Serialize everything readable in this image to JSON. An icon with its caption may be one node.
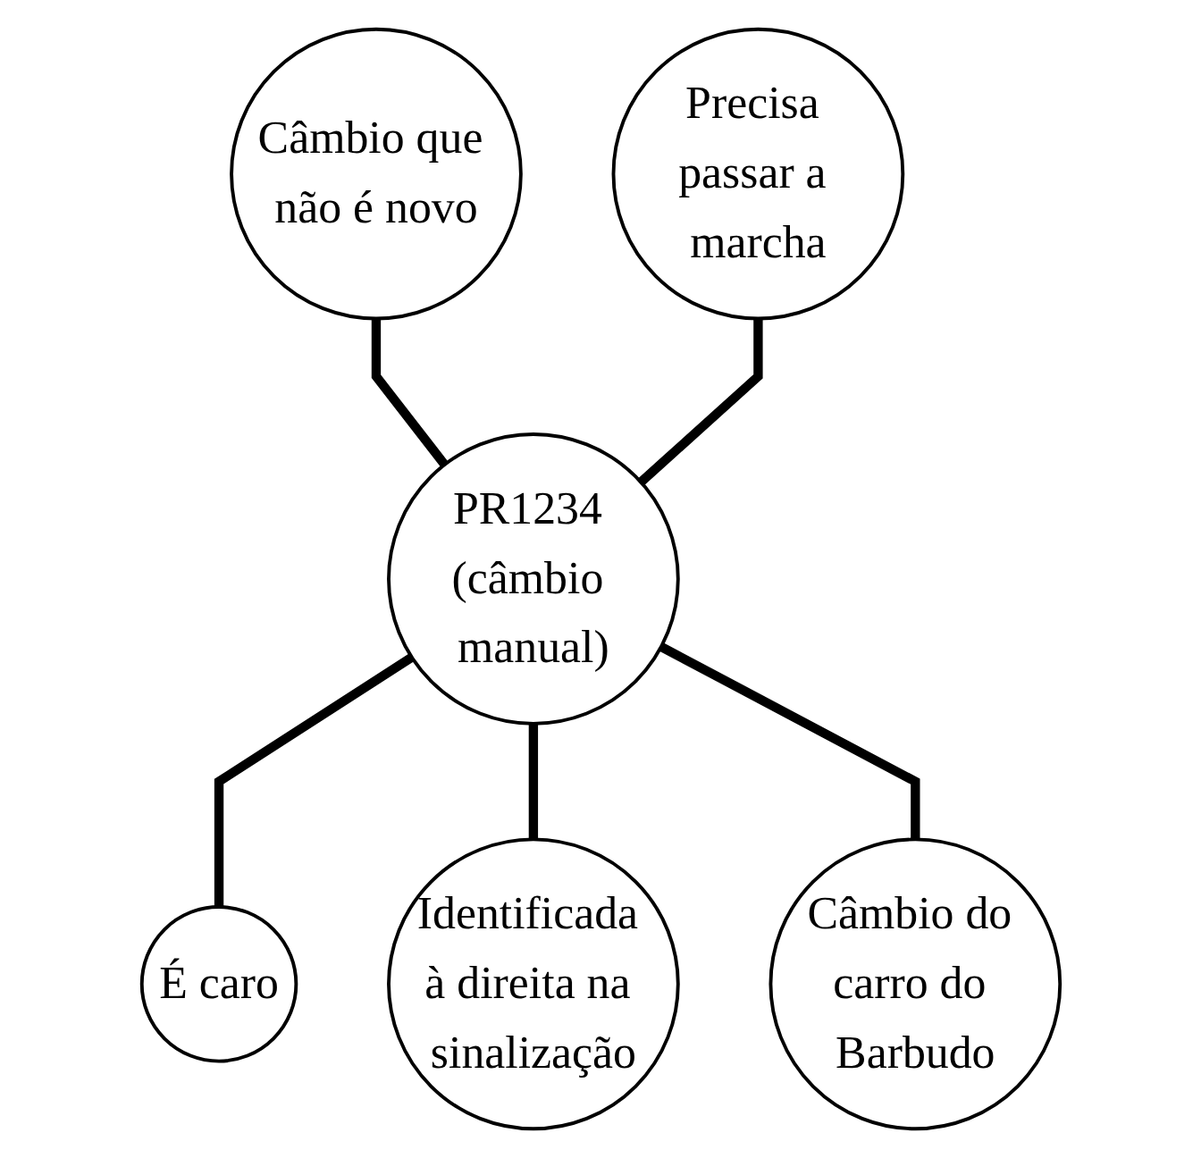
{
  "diagram": {
    "nodes": [
      {
        "text": [
          "Câmbio que não é novo"
        ]
      },
      {
        "text": [
          "Precisa passar a marcha"
        ]
      },
      {
        "text": [
          "PR1234 (câmbio manual)"
        ]
      },
      {
        "text": [
          "É caro"
        ]
      },
      {
        "text": [
          "Identificada à direita na sinalização"
        ]
      },
      {
        "text": [
          "Câmbio do carro do Barbudo"
        ]
      }
    ],
    "edges": [
      {
        "from": 0,
        "to": 2,
        "arrow": "none"
      },
      {
        "from": 1,
        "to": 2,
        "arrow": "none"
      },
      {
        "from": 2,
        "to": 3,
        "arrow": "none"
      },
      {
        "from": 2,
        "to": 4,
        "arrow": "none"
      },
      {
        "from": 2,
        "to": 5,
        "arrow": "none"
      }
    ]
  }
}
